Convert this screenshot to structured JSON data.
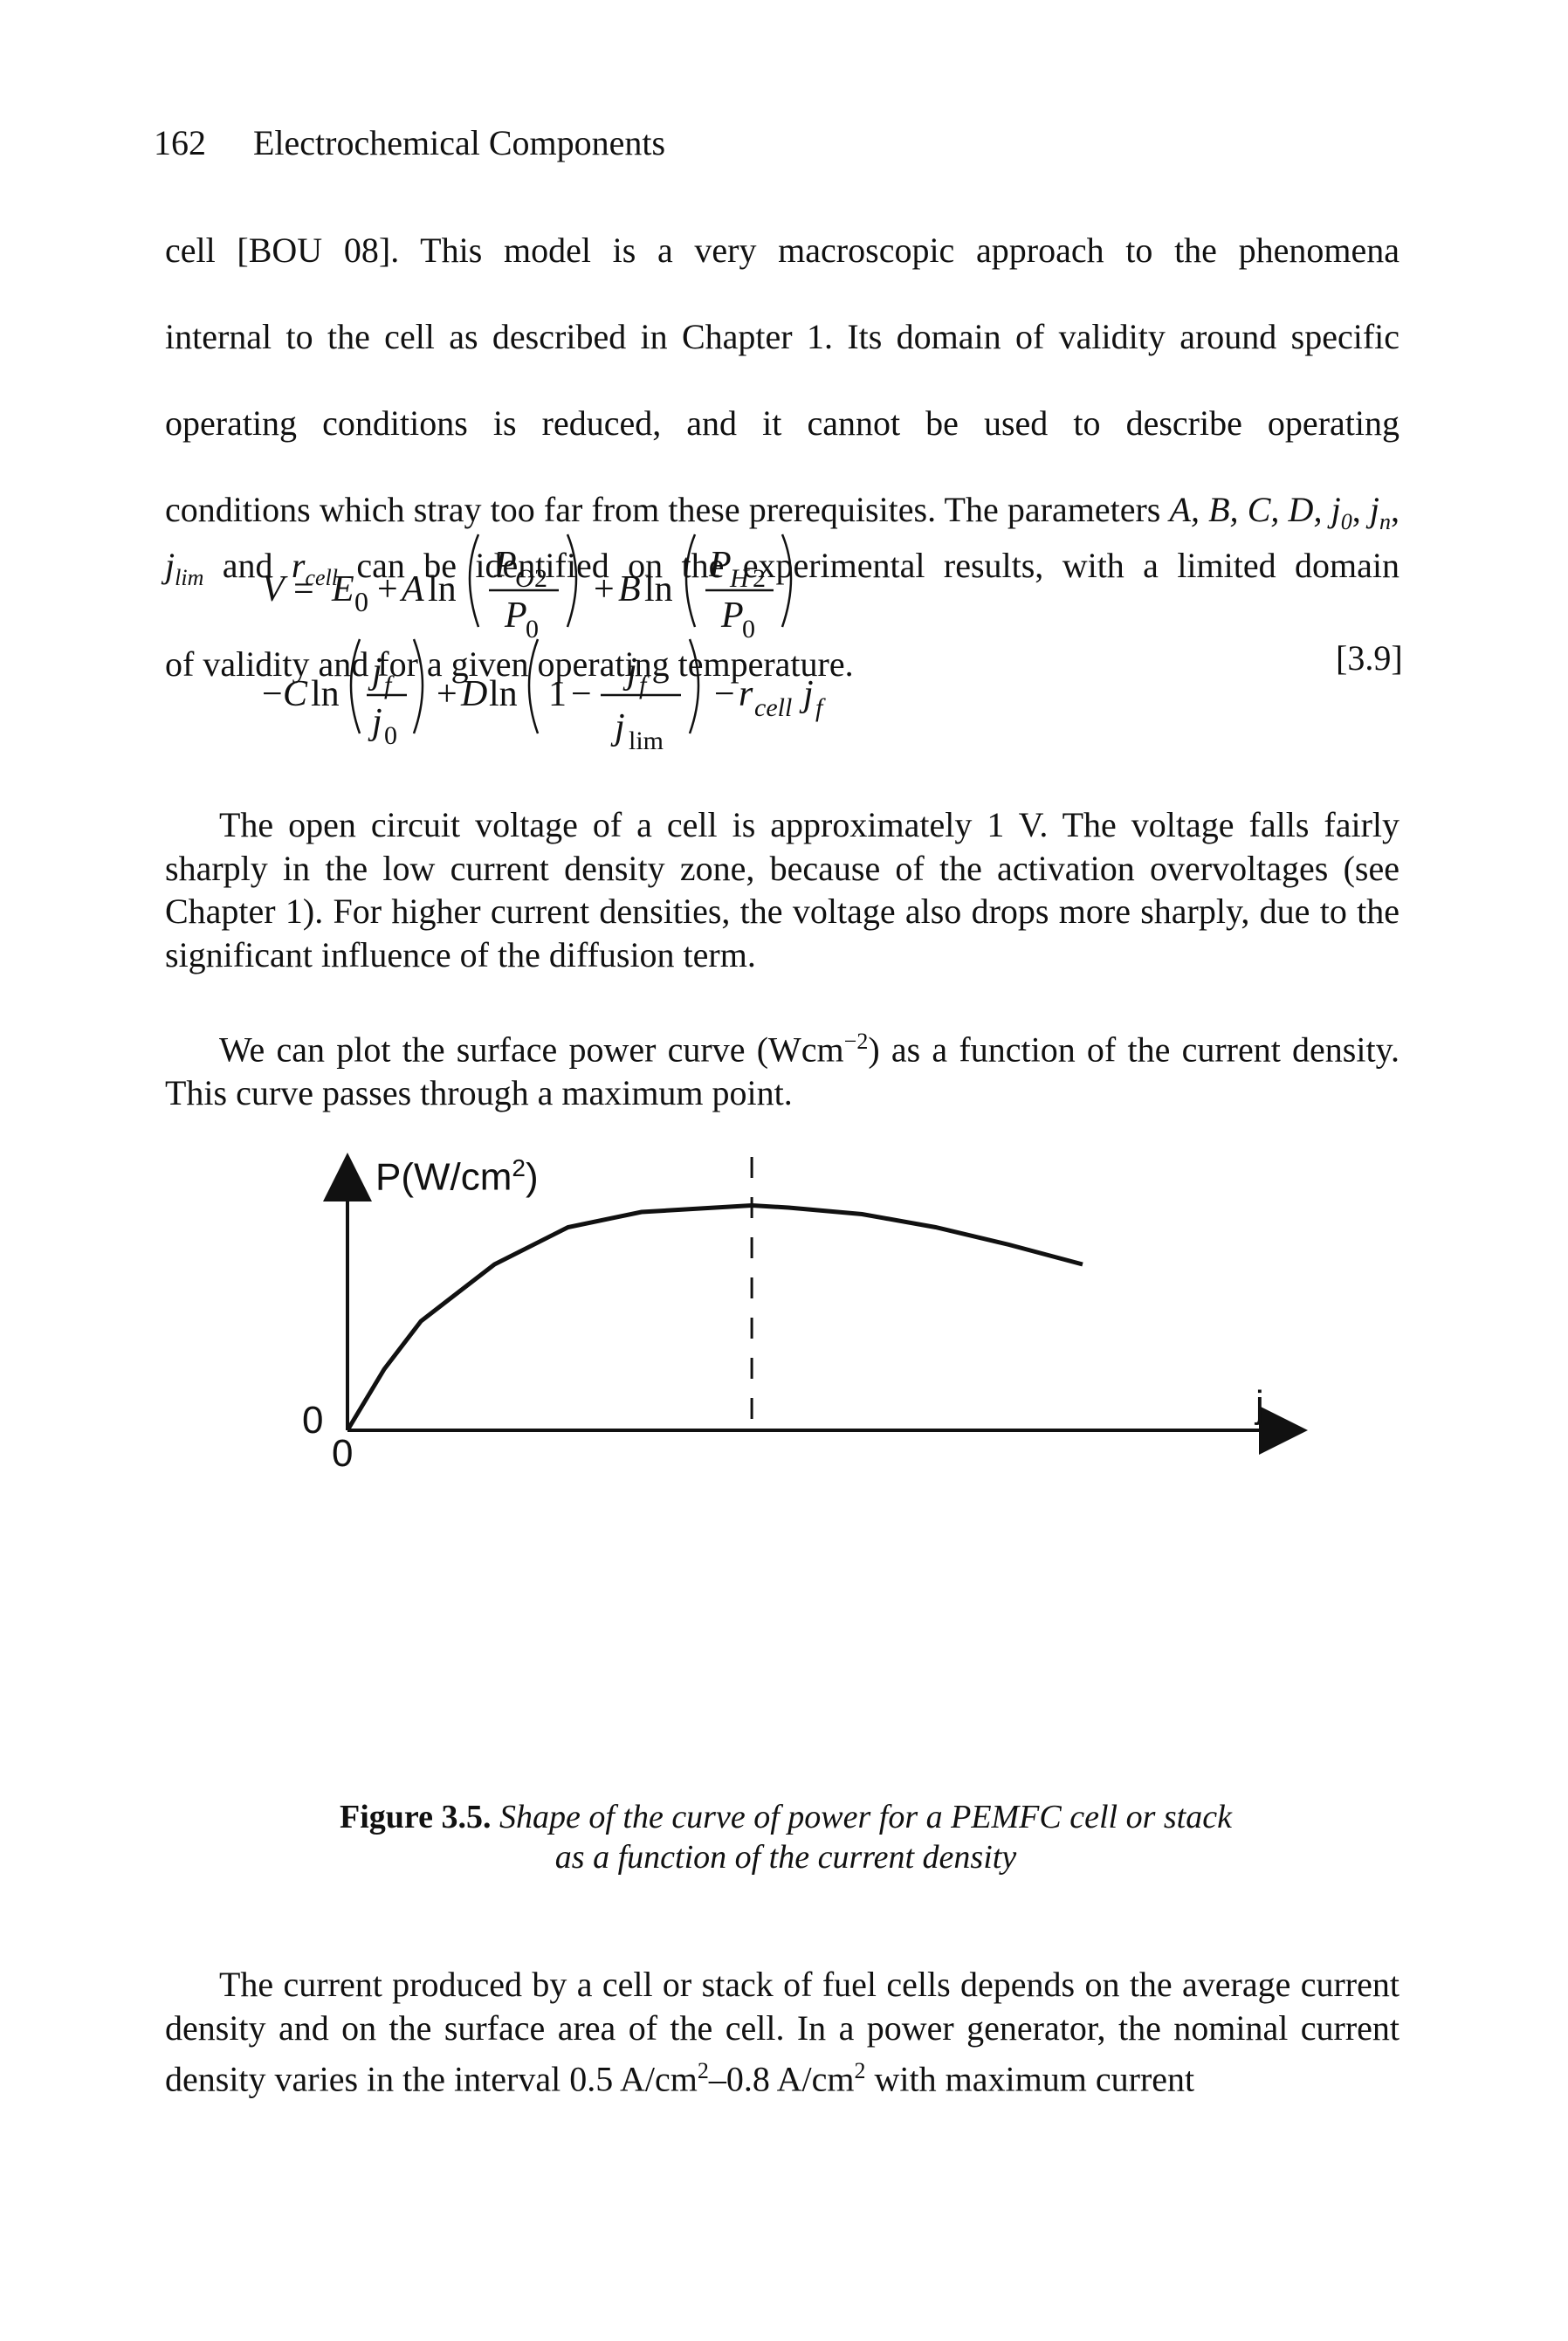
{
  "header": {
    "page_number": "162",
    "running_title": "Electrochemical Components"
  },
  "paragraphs": {
    "p1_l1": "cell [BOU 08]. This model is a very macroscopic approach to the phenomena",
    "p1_l2": "internal to the cell as described in Chapter 1. Its domain of validity around specific",
    "p1_l3": "operating conditions is reduced, and it cannot be used to describe operating",
    "p1_l4": "conditions which stray too far from these prerequisites. The parameters",
    "p1_params": "A, B, C, D,",
    "p1_l5a": "can be identified on the experimental results, with a limited domain",
    "p1_l6": "of validity and for a given operating temperature.",
    "p2": "The open circuit voltage of a cell is approximately 1 V. The voltage falls fairly sharply in the low current density zone, because of the activation overvoltages (see Chapter 1). For higher current densities, the voltage also drops more sharply, due to the significant influence of the diffusion term.",
    "p3a": "We can plot the surface power curve (",
    "p3_unit": "Wcm",
    "p3_exp": "−2",
    "p3b": ") as a function of the current density. This curve passes through a maximum point.",
    "p4a": "The current produced by a cell or stack of fuel cells depends on the average current density and on the surface area of the cell. In a power generator, the nominal current density varies in the interval 0.5 A/cm",
    "p4_sup1": "2",
    "p4b": "–0.8 A/cm",
    "p4_sup2": "2",
    "p4c": " with maximum current"
  },
  "equation": {
    "number": "[3.9]"
  },
  "figure": {
    "y_label": "P(W/cm",
    "y_label_sup": "2",
    "y_label_close": ")",
    "x_label": "j",
    "origin_y": "0",
    "origin_x": "0",
    "caption_label": "Figure 3.5.",
    "caption_line1": "Shape of the curve of power for a PEMFC cell or stack",
    "caption_line2": "as a function of the current density"
  },
  "chart_data": {
    "type": "line",
    "title": "",
    "xlabel": "j",
    "ylabel": "P(W/cm2)",
    "x_ticks": [
      "0"
    ],
    "y_ticks": [
      "0"
    ],
    "grid": false,
    "series": [
      {
        "x": [
          0,
          0.05,
          0.1,
          0.2,
          0.3,
          0.4,
          0.5,
          0.55,
          0.6,
          0.7,
          0.8,
          0.9,
          1.0
        ],
        "y": [
          0,
          0.28,
          0.5,
          0.76,
          0.93,
          1.0,
          1.02,
          1.03,
          1.02,
          0.99,
          0.93,
          0.85,
          0.76
        ]
      }
    ],
    "annotations": [
      "dashed vertical line at maximum point (x ≈ 0.55)"
    ],
    "xlim": [
      0,
      1.0
    ],
    "ylim": [
      0,
      1.2
    ]
  }
}
